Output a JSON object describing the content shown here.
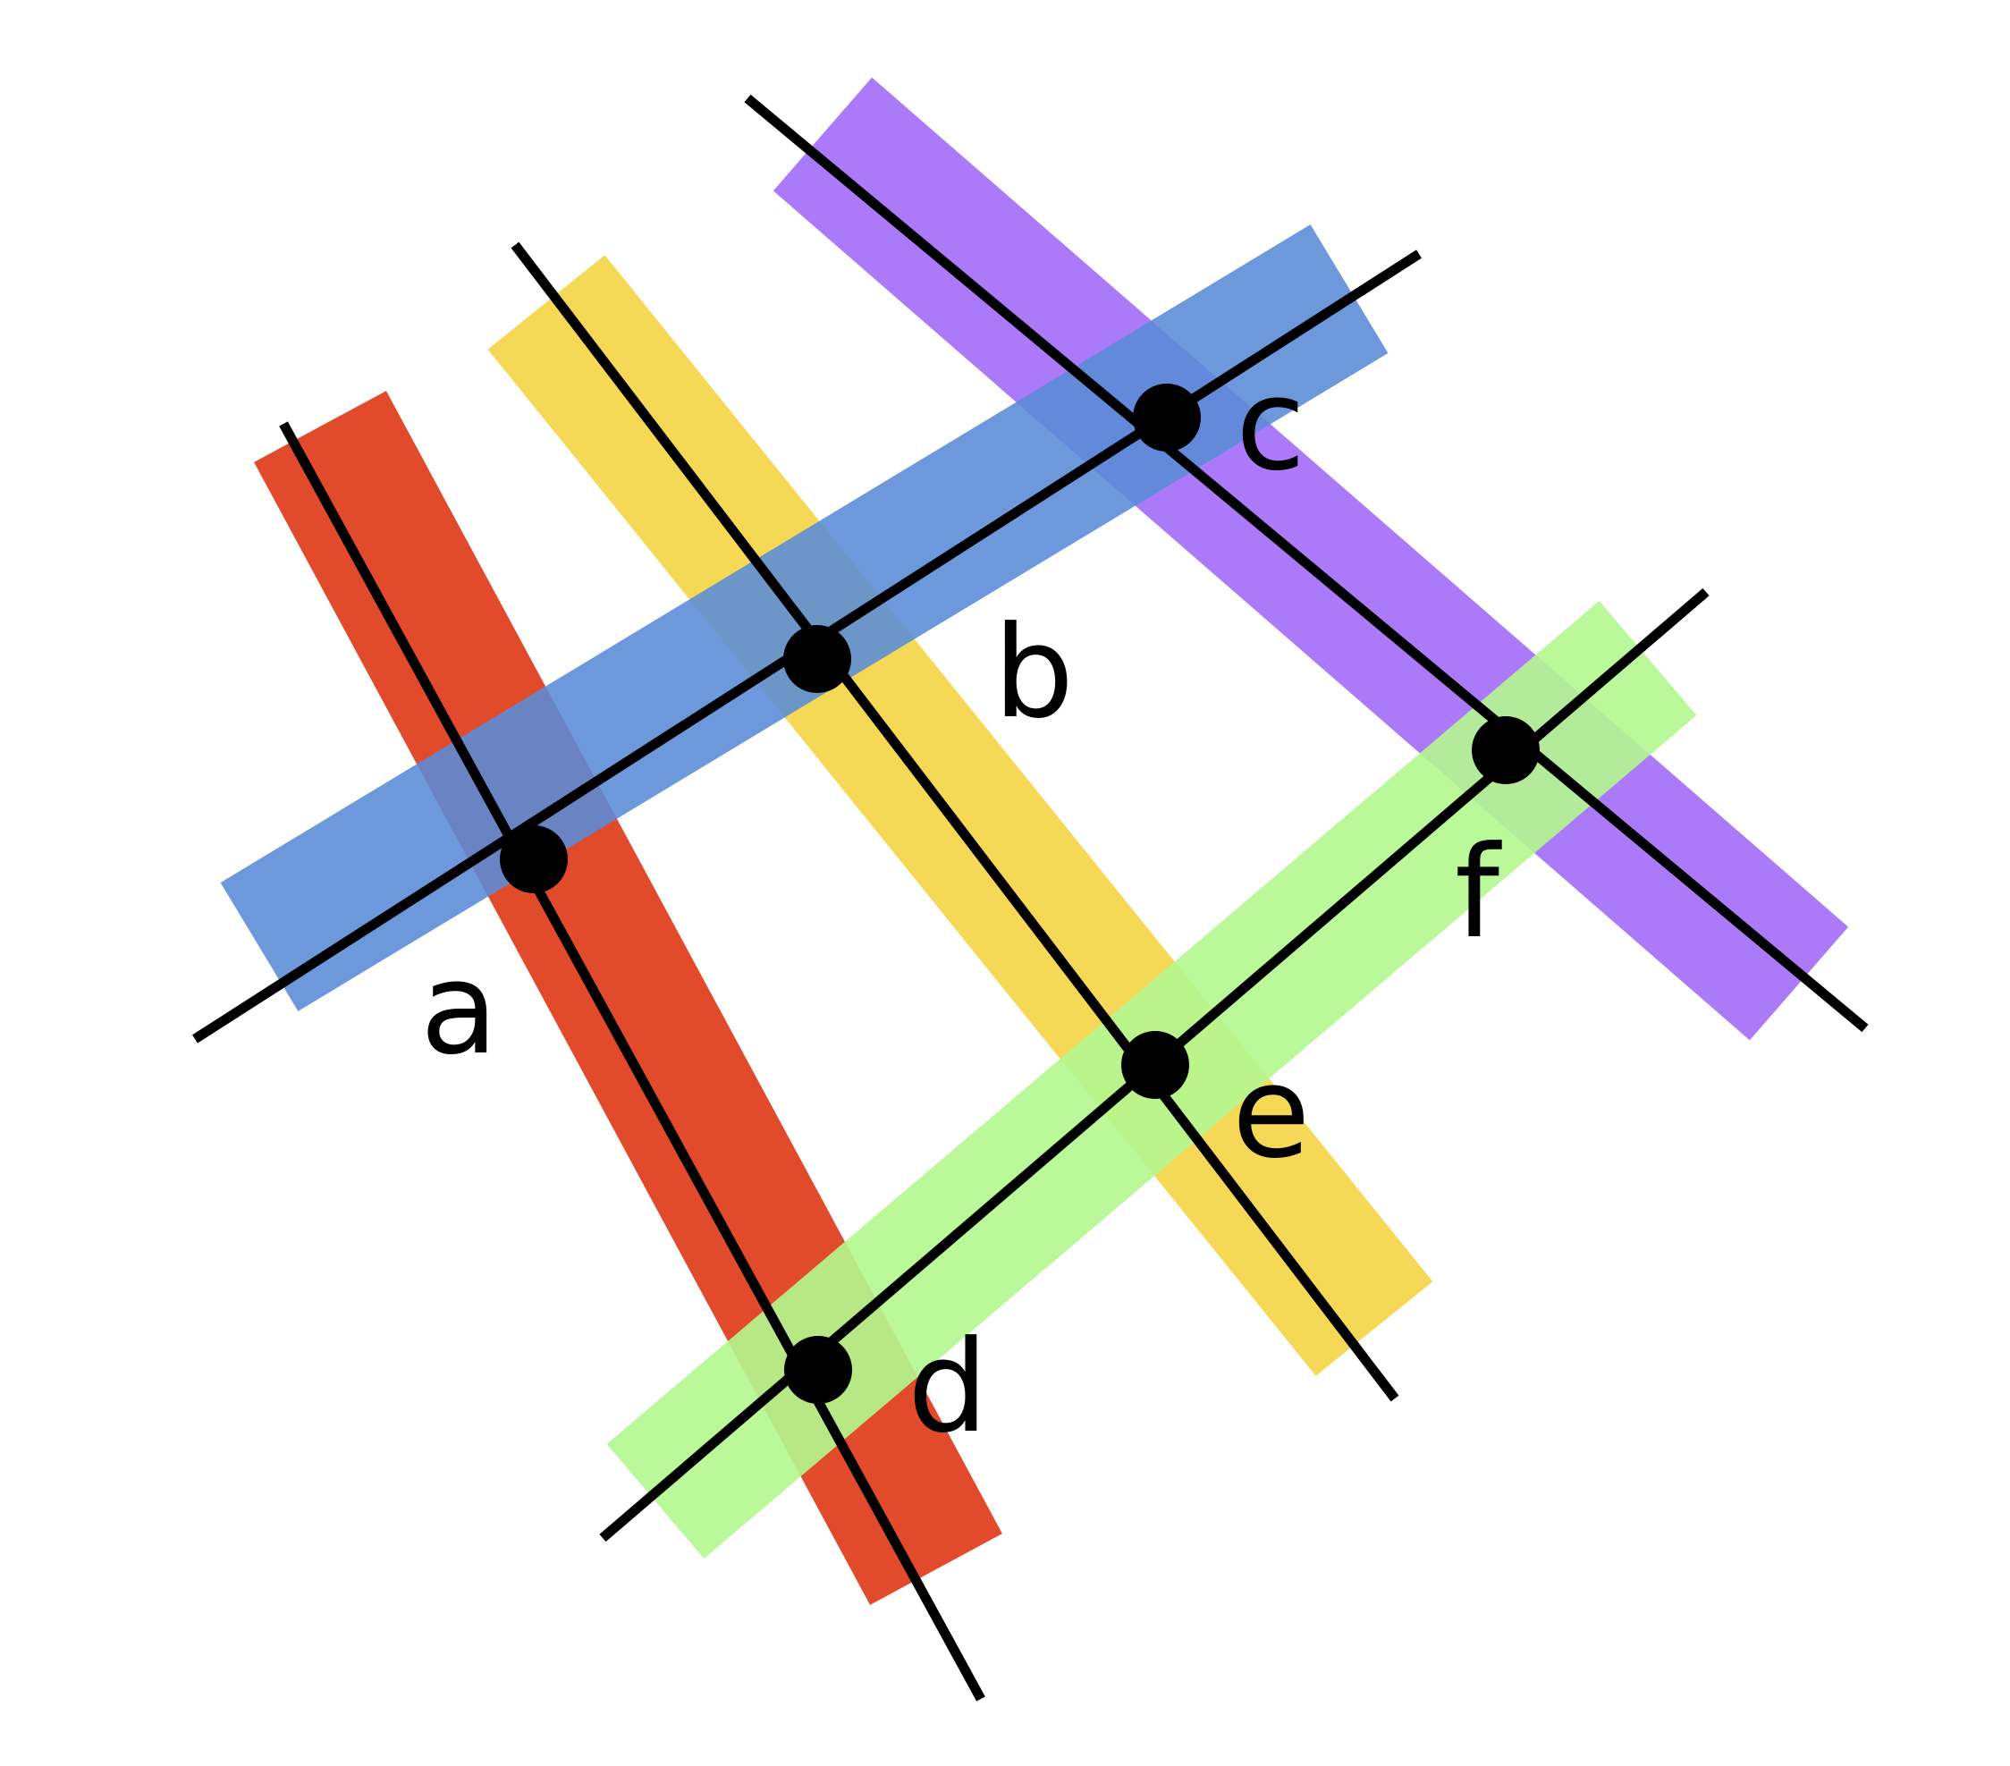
{
  "figure": {
    "band_colors": {
      "red": "#E24A2C",
      "yellow": "#F4D444",
      "blue": "#5A8CD8",
      "purple": "#A26CF8",
      "green": "#B4F890"
    },
    "line_color": "#000000",
    "points": [
      {
        "label": "a"
      },
      {
        "label": "b"
      },
      {
        "label": "c"
      },
      {
        "label": "d"
      },
      {
        "label": "e"
      },
      {
        "label": "f"
      }
    ]
  }
}
